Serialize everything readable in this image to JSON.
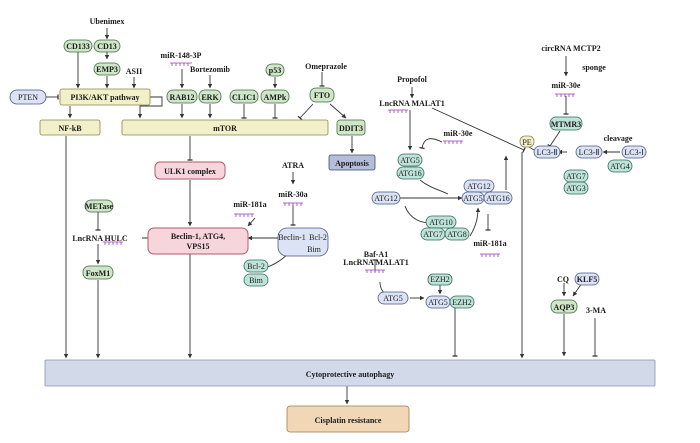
{
  "labels": {
    "ubenimex": "Ubenimex",
    "cd133": "CD133",
    "cd13": "CD13",
    "emp3": "EMP3",
    "asii": "ASII",
    "pten": "PTEN",
    "pi3k": "PI3K/AKT pathway",
    "nfkb": "NF-kB",
    "mir148": "miR-148-3P",
    "bortezomib": "Bortezomib",
    "rab12": "RAB12",
    "erk": "ERK",
    "clic1": "CLIC1",
    "p53": "p53",
    "ampk": "AMPk",
    "omeprazole": "Omeprazole",
    "fto": "FTO",
    "mtor": "mTOR",
    "ddit3": "DDIT3",
    "apoptosis": "Apoptosis",
    "ulk1": "ULK1 complex",
    "atra": "ATRA",
    "mir30a": "miR-30a",
    "mir181a_left": "miR-181a",
    "metase": "METase",
    "hulc": "LncRNA HULC",
    "foxm1": "FoxM1",
    "beclin_line1": "Beclin-1, ATG4,",
    "beclin_line2": "VPS15",
    "beclin1": "Beclin-1",
    "bcl2_a": "Bcl-2",
    "bim_a": "Bim",
    "bcl2_b": "Bcl-2",
    "bim_b": "Bim",
    "propofol": "Propofol",
    "malat1_top": "LncRNA MALAT1",
    "mir30e_mid": "miR-30e",
    "atg5_a": "ATG5",
    "atg16_a": "ATG16",
    "atg12_a": "ATG12",
    "atg12_b": "ATG12",
    "atg5_b": "ATG5",
    "atg16_b": "ATG16",
    "atg10": "ATG10",
    "atg7_a": "ATG7",
    "atg8": "ATG8",
    "mir181a_right": "miR-181a",
    "baf": "Baf-A1",
    "malat1_low": "LncRNA MALAT1",
    "ezh2_a": "EZH2",
    "atg5_c": "ATG5",
    "atg5_d": "ATG5",
    "ezh2_b": "EZH2",
    "circ": "circRNA MCTP2",
    "sponge": "sponge",
    "mir30e_right": "miR-30e",
    "mtmr3": "MTMR3",
    "pe": "PE",
    "lc3ii_a": "LC3-Ⅱ",
    "lc3ii_b": "LC3-Ⅱ",
    "lc3i": "LC3-Ⅰ",
    "cleavage": "cleavage",
    "atg4": "ATG4",
    "atg7_b": "ATG7",
    "atg3": "ATG3",
    "cq": "CQ",
    "klf5": "KLF5",
    "aqp3": "AQP3",
    "ma3": "3-MA",
    "cyto": "Cytoprotective autophagy",
    "resistance": "Cisplatin resistance"
  }
}
